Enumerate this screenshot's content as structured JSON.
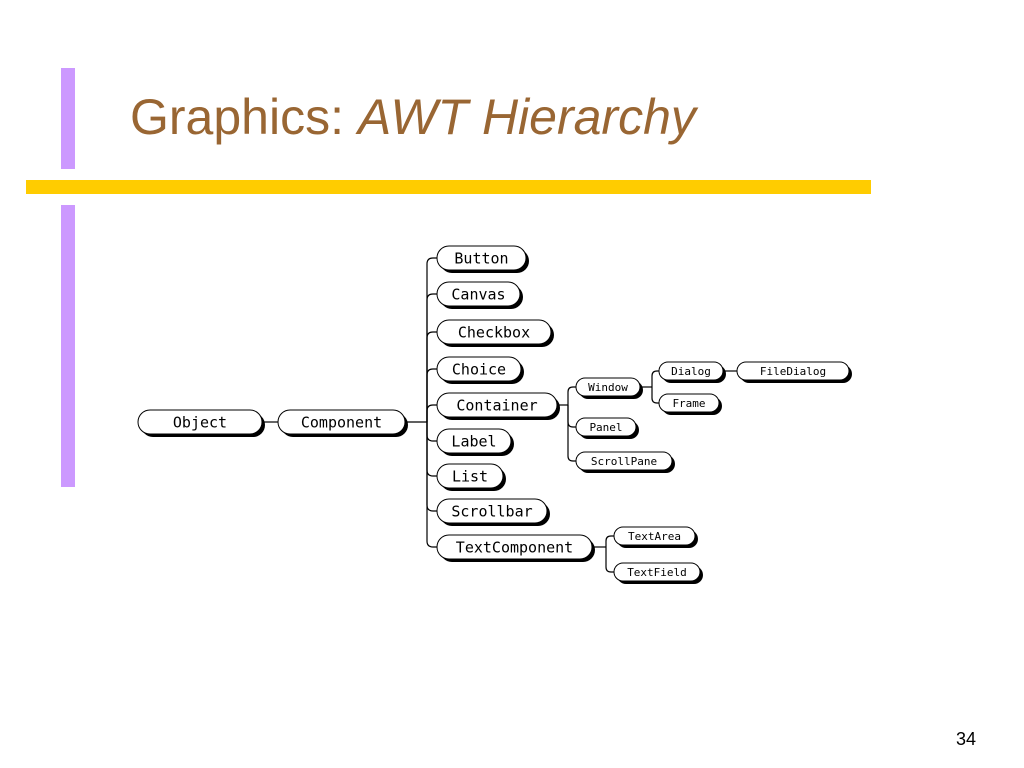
{
  "slide": {
    "title_prefix": "Graphics:",
    "title_emphasis": "AWT Hierarchy",
    "page_number": "34"
  },
  "colors": {
    "accent_purple": "#cc99ff",
    "accent_yellow": "#ffcc00",
    "title_color": "#996633"
  },
  "hierarchy": {
    "root": "Object",
    "level1": "Component",
    "component_children": [
      "Button",
      "Canvas",
      "Checkbox",
      "Choice",
      "Container",
      "Label",
      "List",
      "Scrollbar",
      "TextComponent"
    ],
    "container_children": [
      "Window",
      "Panel",
      "ScrollPane"
    ],
    "window_children": [
      "Dialog",
      "Frame"
    ],
    "dialog_children": [
      "FileDialog"
    ],
    "textcomponent_children": [
      "TextArea",
      "TextField"
    ]
  }
}
